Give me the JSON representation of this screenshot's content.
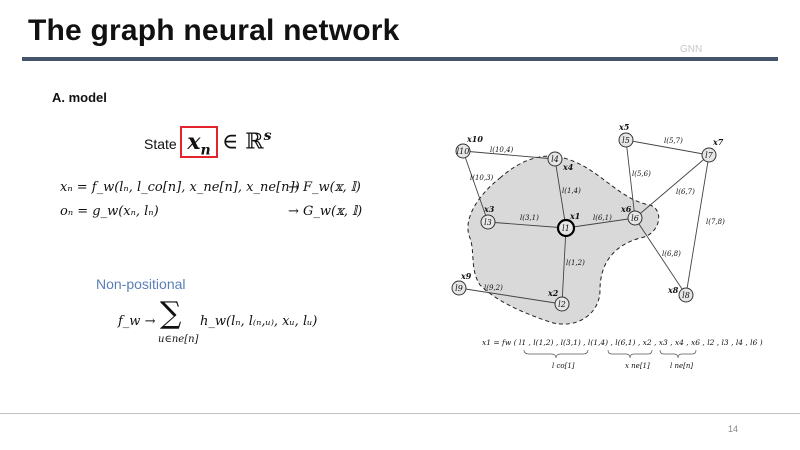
{
  "title": "The graph neural network",
  "tag": "GNN",
  "section": "A. model",
  "state": {
    "word": "State",
    "var": "x",
    "var_sub": "n",
    "in": "∈ ℝ",
    "in_sup": "s"
  },
  "equations": {
    "eq1": "xₙ = f_w(lₙ, l_co[n], x_ne[n], x_ne[n])",
    "eq1_arrow": "→ F_w(𝕩, 𝕝)",
    "eq2": "oₙ = g_w(xₙ, lₙ)",
    "eq2_arrow": "→ G_w(𝕩, 𝕝)"
  },
  "nonpositional": {
    "label": "Non-positional",
    "lhs": "f_w →",
    "sigma": "∑",
    "sum_sub": "u∈ne[n]",
    "rhs": "h_w(lₙ, l₍ₙ,ᵤ₎, xᵤ, lᵤ)"
  },
  "graph": {
    "nodes": [
      {
        "id": "l1",
        "label": "l1",
        "xlabel": "x1"
      },
      {
        "id": "l2",
        "label": "l2",
        "xlabel": "x2"
      },
      {
        "id": "l3",
        "label": "l3",
        "xlabel": "x3"
      },
      {
        "id": "l4",
        "label": "l4",
        "xlabel": "x4"
      },
      {
        "id": "l5",
        "label": "l5",
        "xlabel": "x5"
      },
      {
        "id": "l6",
        "label": "l6",
        "xlabel": "x6"
      },
      {
        "id": "l7",
        "label": "l7",
        "xlabel": "x7"
      },
      {
        "id": "l8",
        "label": "l8",
        "xlabel": "x8"
      },
      {
        "id": "l9",
        "label": "l9",
        "xlabel": "x9"
      },
      {
        "id": "l10",
        "label": "l10",
        "xlabel": "x10"
      }
    ],
    "edges": [
      {
        "label": "l(10,4)"
      },
      {
        "label": "l(10,3)"
      },
      {
        "label": "l(1,4)"
      },
      {
        "label": "l(3,1)"
      },
      {
        "label": "l(6,1)"
      },
      {
        "label": "l(1,2)"
      },
      {
        "label": "l(9,2)"
      },
      {
        "label": "l(5,7)"
      },
      {
        "label": "l(5,6)"
      },
      {
        "label": "l(6,7)"
      },
      {
        "label": "l(7,8)"
      },
      {
        "label": "l(6,8)"
      }
    ],
    "formula": "x1 = fw ( l1 , l(1,2) , l(3,1) , l(1,4) , l(6,1) , x2 , x3 , x4 , x6 , l2 , l3 , l4 , l6 )",
    "brace_labels": [
      "l co[1]",
      "x ne[1]",
      "l ne[n]"
    ]
  },
  "page_number": "14"
}
